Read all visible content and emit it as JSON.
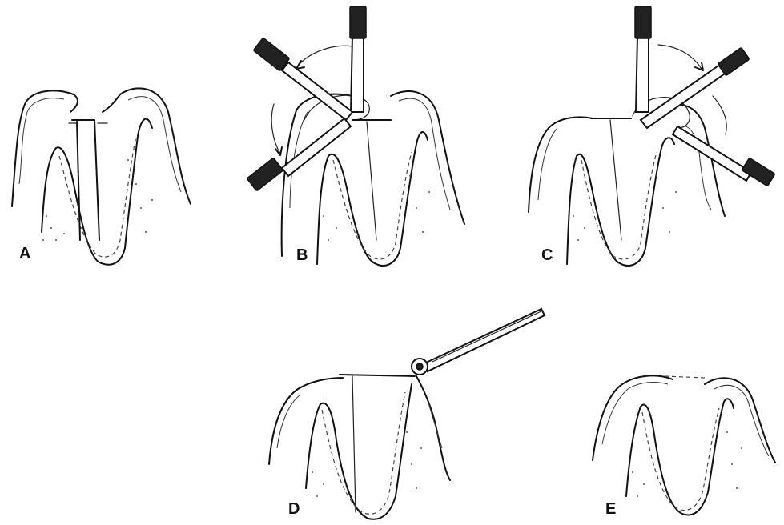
{
  "panels": [
    {
      "id": "A",
      "label": "A"
    },
    {
      "id": "B",
      "label": "B"
    },
    {
      "id": "C",
      "label": "C"
    },
    {
      "id": "D",
      "label": "D"
    },
    {
      "id": "E",
      "label": "E"
    }
  ]
}
